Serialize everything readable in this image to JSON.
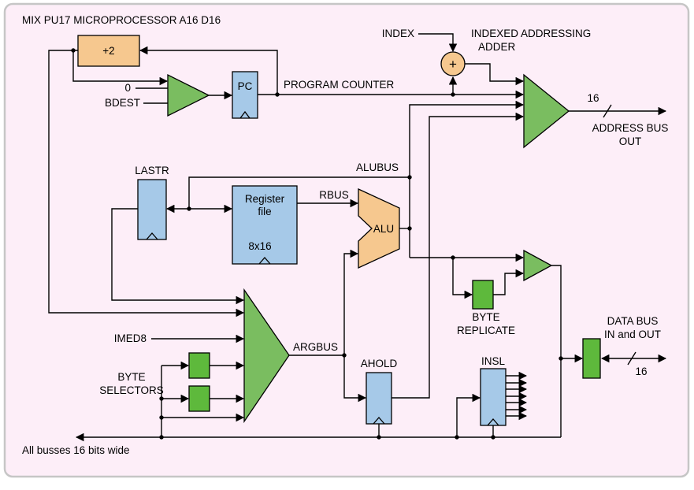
{
  "title": "MIX PU17 MICROPROCESSOR A16 D16",
  "footnote": "All busses 16 bits wide",
  "colors": {
    "background": "#fdeef8",
    "register": "#a6c9e8",
    "mux": "#7abd60",
    "gate": "#5eb93c",
    "arith": "#f6c88f",
    "line": "#000000"
  },
  "labels": {
    "plus2": "+2",
    "zero": "0",
    "bdest": "BDEST",
    "pc": "PC",
    "program_counter": "PROGRAM COUNTER",
    "index": "INDEX",
    "indexed_adder_line1": "INDEXED ADDRESSING",
    "indexed_adder_line2": "ADDER",
    "adder_plus": "+",
    "address_bus_width": "16",
    "address_bus_line1": "ADDRESS BUS",
    "address_bus_line2": "OUT",
    "lastr": "LASTR",
    "alubus": "ALUBUS",
    "register_file_line1": "Register",
    "register_file_line2": "file",
    "register_file_size": "8x16",
    "rbus": "RBUS",
    "alu": "ALU",
    "argbus": "ARGBUS",
    "imed8": "IMED8",
    "byte_selectors_line1": "BYTE",
    "byte_selectors_line2": "SELECTORS",
    "byte_replicate_line1": "BYTE",
    "byte_replicate_line2": "REPLICATE",
    "ahold": "AHOLD",
    "insl": "INSL",
    "data_bus_line1": "DATA BUS",
    "data_bus_line2": "IN and OUT",
    "data_bus_width": "16"
  }
}
